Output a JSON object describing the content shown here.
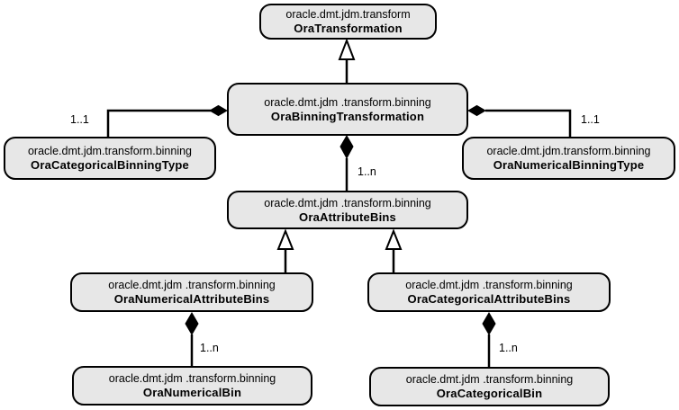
{
  "diagram": {
    "type": "uml-class-diagram",
    "background": "#ffffff",
    "node_style": {
      "fill": "#e7e7e7",
      "border": "#000000",
      "text": "#000000"
    },
    "nodes": {
      "transformation": {
        "package": "oracle.dmt.jdm.transform",
        "class_name": "OraTransformation"
      },
      "binning_transformation": {
        "package": "oracle.dmt.jdm .transform.binning",
        "class_name": "OraBinningTransformation"
      },
      "categorical_binning_type": {
        "package": "oracle.dmt.jdm.transform.binning",
        "class_name": "OraCategoricalBinningType"
      },
      "numerical_binning_type": {
        "package": "oracle.dmt.jdm.transform.binning",
        "class_name": "OraNumericalBinningType"
      },
      "attribute_bins": {
        "package": "oracle.dmt.jdm .transform.binning",
        "class_name": "OraAttributeBins"
      },
      "numerical_attribute_bins": {
        "package": "oracle.dmt.jdm .transform.binning",
        "class_name": "OraNumericalAttributeBins"
      },
      "categorical_attribute_bins": {
        "package": "oracle.dmt.jdm .transform.binning",
        "class_name": "OraCategoricalAttributeBins"
      },
      "numerical_bin": {
        "package": "oracle.dmt.jdm .transform.binning",
        "class_name": "OraNumericalBin"
      },
      "categorical_bin": {
        "package": "oracle.dmt.jdm .transform.binning",
        "class_name": "OraCategoricalBin"
      }
    },
    "edges": [
      {
        "from": "OraBinningTransformation",
        "to": "OraTransformation",
        "type": "generalization",
        "label": ""
      },
      {
        "from": "OraCategoricalBinningType",
        "to": "OraBinningTransformation",
        "type": "aggregation",
        "label": "1..1"
      },
      {
        "from": "OraNumericalBinningType",
        "to": "OraBinningTransformation",
        "type": "aggregation",
        "label": "1..1"
      },
      {
        "from": "OraAttributeBins",
        "to": "OraBinningTransformation",
        "type": "aggregation",
        "label": "1..n"
      },
      {
        "from": "OraNumericalAttributeBins",
        "to": "OraAttributeBins",
        "type": "generalization",
        "label": ""
      },
      {
        "from": "OraCategoricalAttributeBins",
        "to": "OraAttributeBins",
        "type": "generalization",
        "label": ""
      },
      {
        "from": "OraNumericalBin",
        "to": "OraNumericalAttributeBins",
        "type": "aggregation",
        "label": "1..n"
      },
      {
        "from": "OraCategoricalBin",
        "to": "OraCategoricalAttributeBins",
        "type": "aggregation",
        "label": "1..n"
      }
    ]
  }
}
